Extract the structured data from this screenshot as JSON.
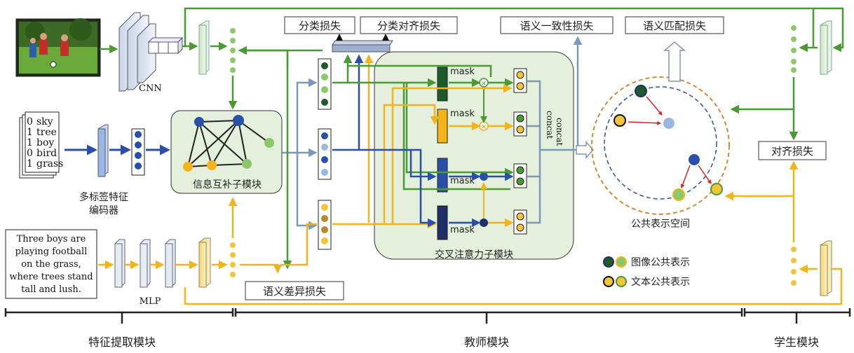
{
  "cnn_label": "CNN",
  "mlp_label": "MLP",
  "losses": {
    "classification": "分类损失",
    "class_alignment": "分类对齐损失",
    "semantic_consistency": "语义一致性损失",
    "semantic_matching": "语义匹配损失",
    "alignment": "对齐损失",
    "semantic_difference": "语义差异损失"
  },
  "labels_list": [
    {
      "bit": "0",
      "word": "sky"
    },
    {
      "bit": "1",
      "word": "tree"
    },
    {
      "bit": "1",
      "word": "boy"
    },
    {
      "bit": "0",
      "word": "bird"
    },
    {
      "bit": "1",
      "word": "grass"
    }
  ],
  "encoder": {
    "line1": "多标签特征",
    "line2": "编码器"
  },
  "info_module": "信息互补子模块",
  "cross_attention": "交叉注意力子模块",
  "mask": "mask",
  "concat": "concat",
  "caption": [
    "Three boys are",
    "playing football",
    "on the grass,",
    "where trees stand",
    "tall and lush."
  ],
  "common_space": "公共表示空间",
  "legend": {
    "image": "图像公共表示",
    "text": "文本公共表示"
  },
  "modules": {
    "feature": "特征提取模块",
    "teacher": "教师模块",
    "student": "学生模块"
  },
  "colors": {
    "green": "#4a9a34",
    "yellow": "#f2b418",
    "blue": "#2a4fa8",
    "steel": "#7a98b8",
    "panel": "#e4efdc"
  }
}
